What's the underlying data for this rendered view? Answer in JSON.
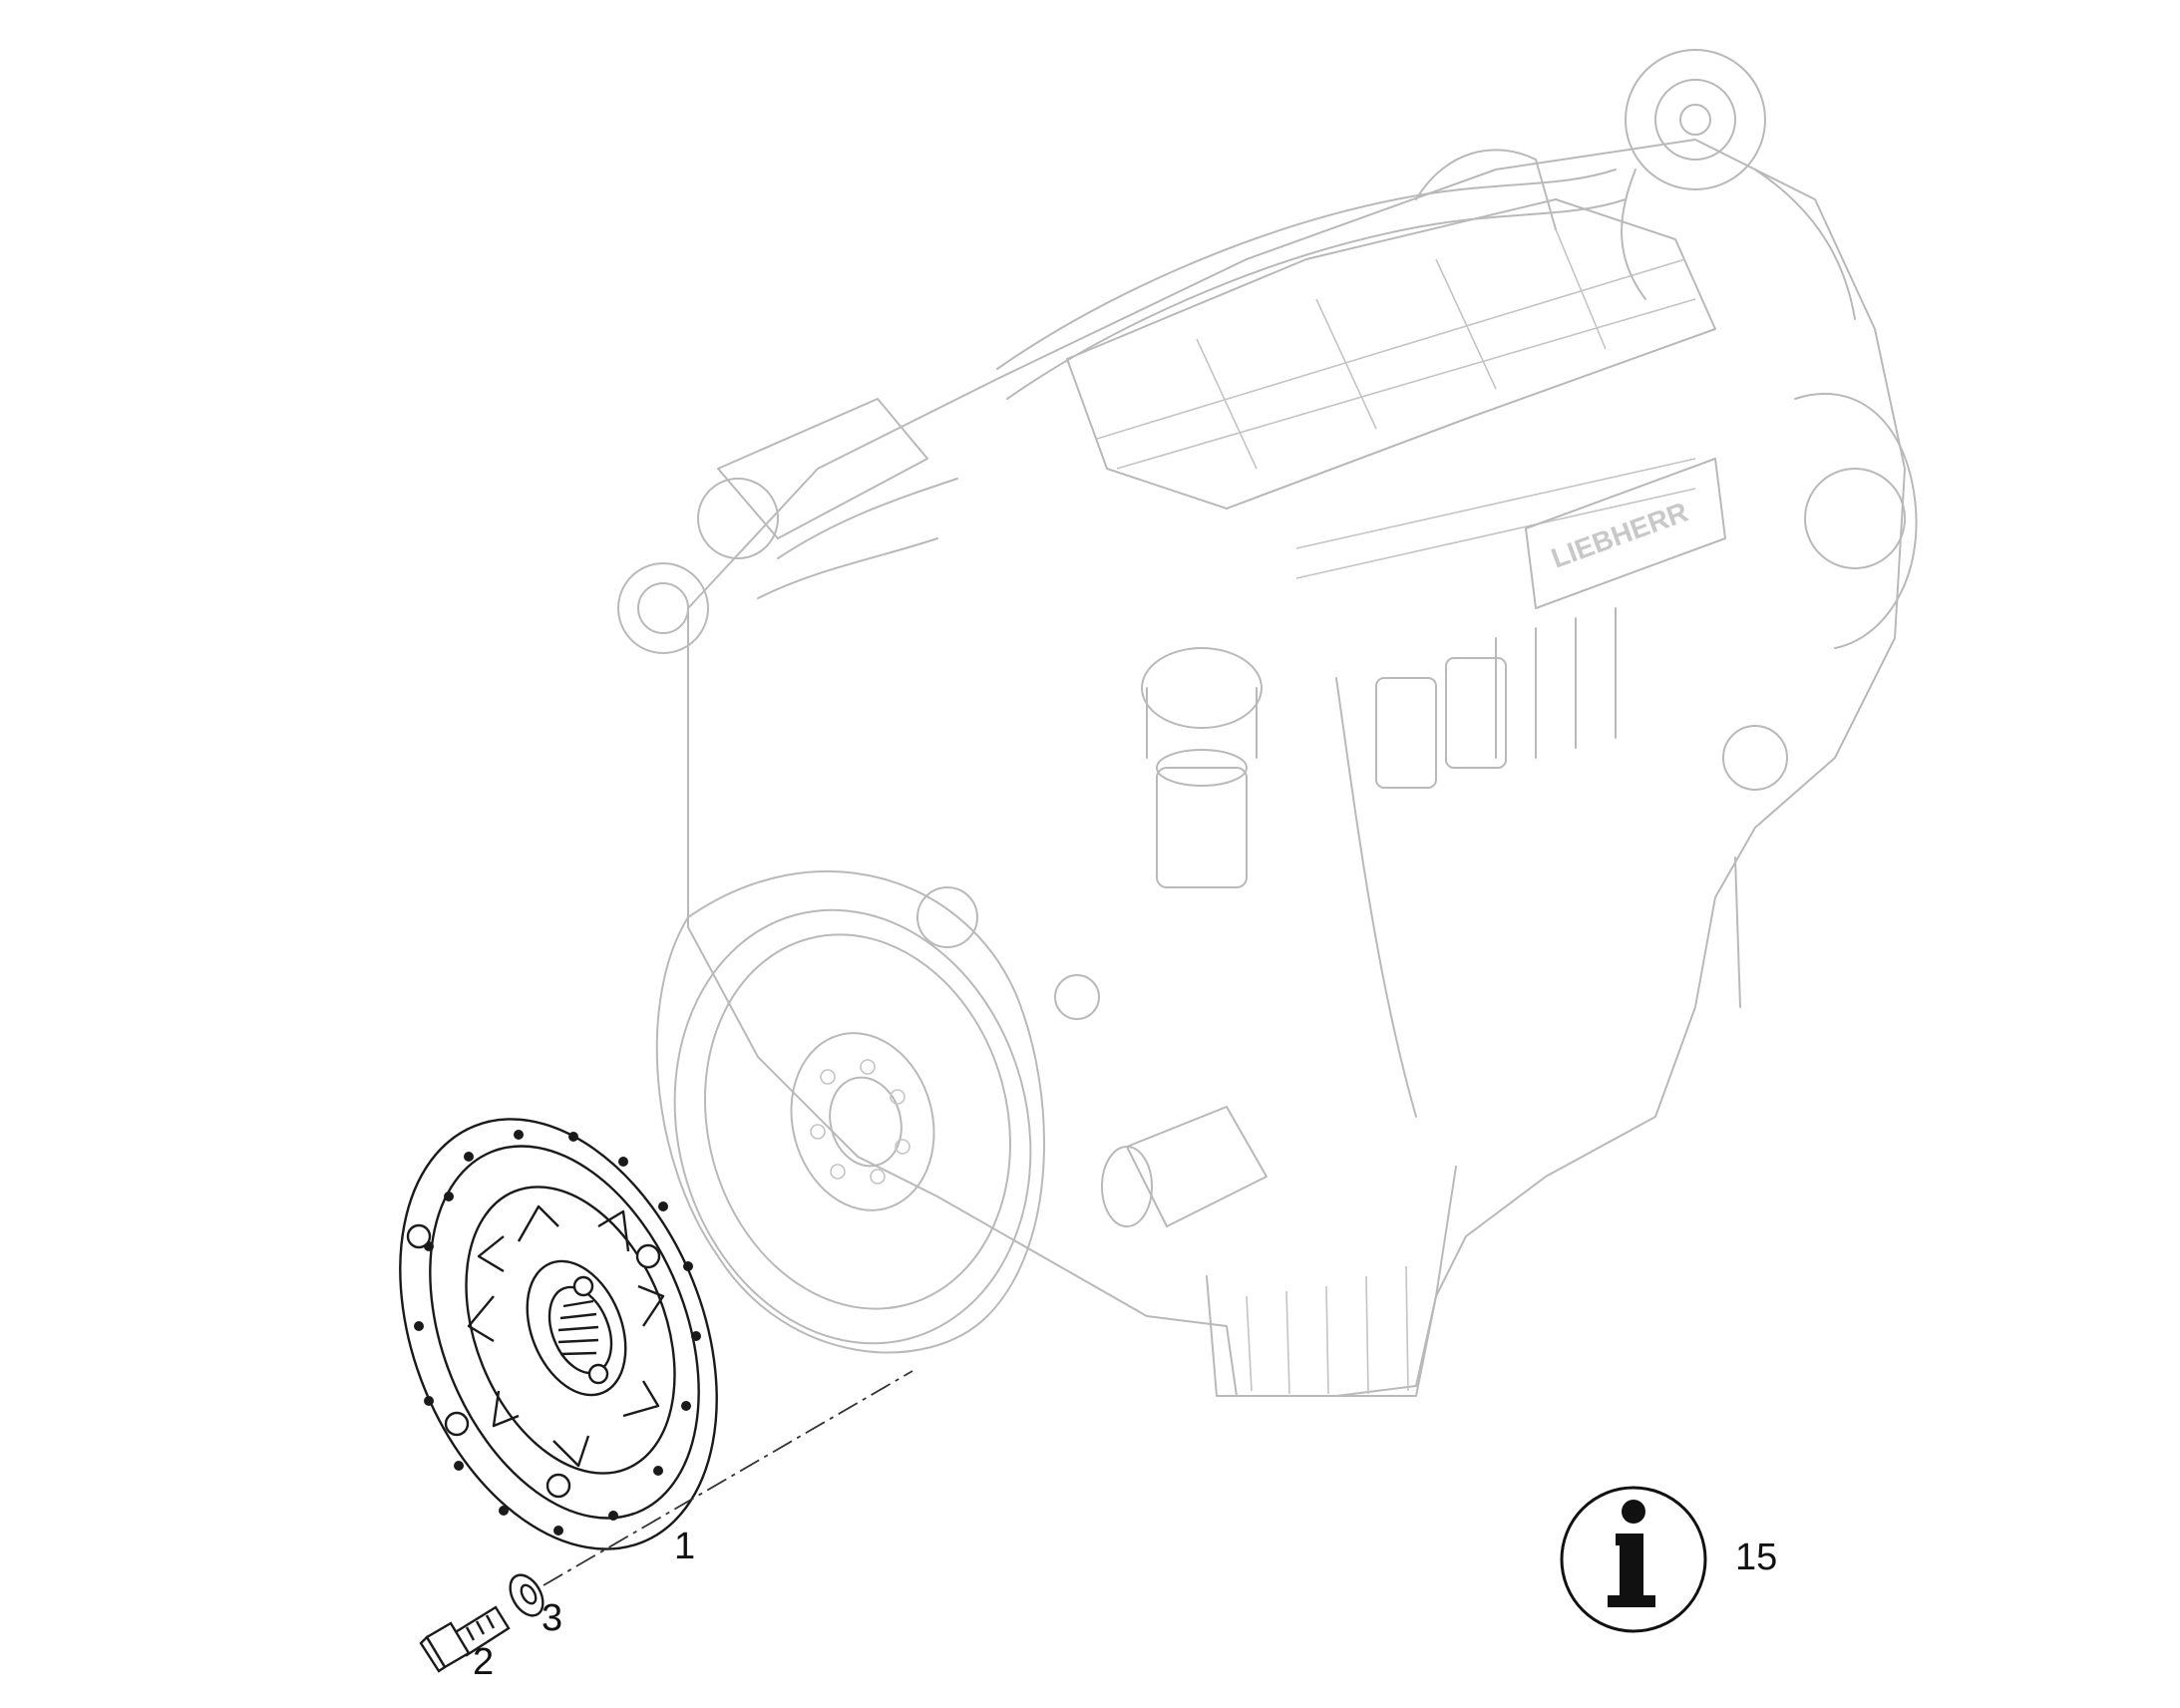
{
  "diagram": {
    "callouts": [
      {
        "id": "1",
        "label": "1"
      },
      {
        "id": "2",
        "label": "2"
      },
      {
        "id": "3",
        "label": "3"
      }
    ],
    "info_badge": {
      "icon": "info-icon",
      "glyph": "i",
      "count": "15"
    },
    "engine_brand": "LIEBHERR",
    "colors": {
      "line": "#1a1a1a",
      "ghost": "#b9b9b9",
      "background": "#ffffff"
    }
  }
}
